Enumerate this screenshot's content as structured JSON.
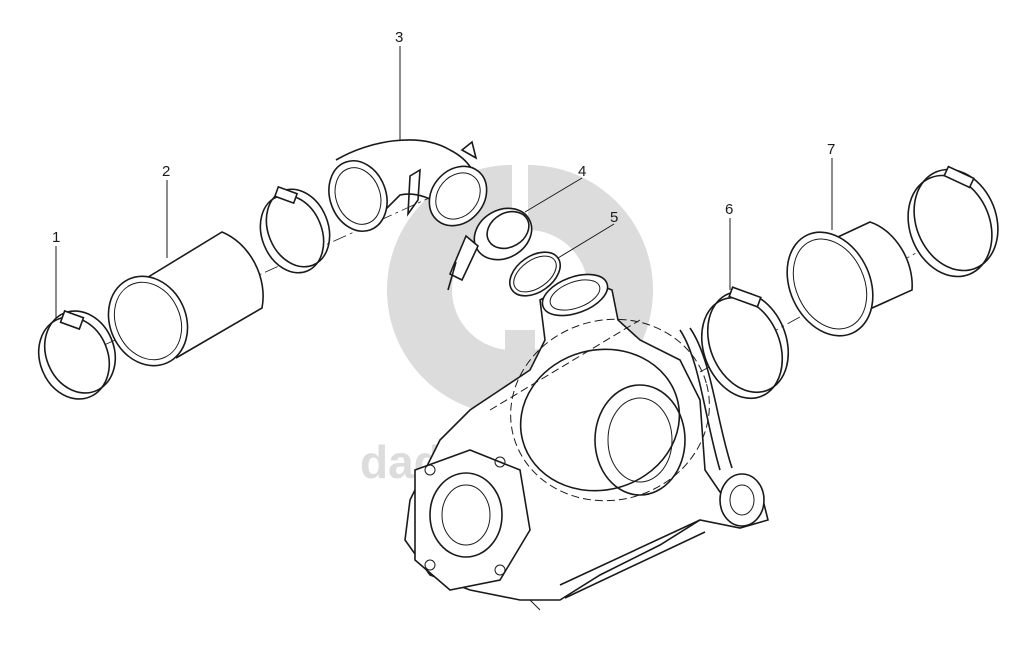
{
  "watermark": {
    "text": "dadt parts",
    "color": "#dcdcdc"
  },
  "callouts": [
    {
      "id": "1",
      "label": "1"
    },
    {
      "id": "2",
      "label": "2"
    },
    {
      "id": "3",
      "label": "3"
    },
    {
      "id": "4",
      "label": "4"
    },
    {
      "id": "5",
      "label": "5"
    },
    {
      "id": "6",
      "label": "6"
    },
    {
      "id": "7",
      "label": "7"
    }
  ],
  "colors": {
    "line": "#1a1a1a",
    "background": "#ffffff"
  }
}
